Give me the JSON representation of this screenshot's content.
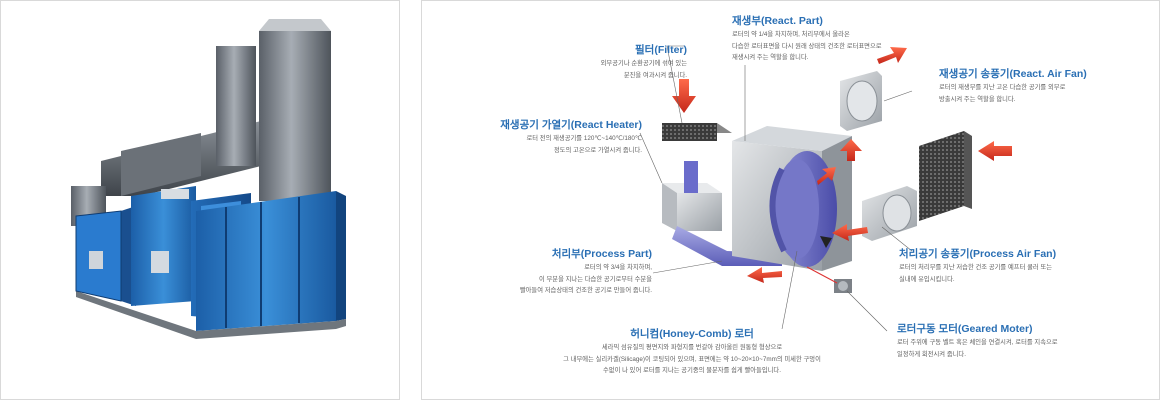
{
  "labels": {
    "filter": {
      "title": "필터(Filter)",
      "lines": [
        "외부공기나 순환공기에 섞여 있는",
        "분진을 여과시켜 줍니다."
      ]
    },
    "react_heater": {
      "title": "재생공기 가열기(React Heater)",
      "lines": [
        "로터 전의 재생공기를 120℃~140℃/180℃",
        "정도의 고온으로 가열시켜 줍니다."
      ]
    },
    "react_part": {
      "title": "재생부(React. Part)",
      "lines": [
        "로터의 약 1/4을 차지하며, 처리부에서 올라온",
        "다습한 로터표면을 다시 원래 상태의 건조한 로터표면으로",
        "재생시켜 주는 역할을 합니다."
      ]
    },
    "react_air_fan": {
      "title": "재생공기 송풍기(React. Air Fan)",
      "lines": [
        "로터의 재생부를 지난 고온 다습한 공기를 외부로",
        "방출시켜 주는 역할을 합니다."
      ]
    },
    "process_part": {
      "title": "처리부(Process Part)",
      "lines": [
        "로터의 약 3/4을 차지하며,",
        "이 부분을 지나는 다습한 공기로부터 수분을",
        "빨아들여 저습상태의 건조한 공기로 만들어 줍니다."
      ]
    },
    "process_air_fan": {
      "title": "처리공기 송풍기(Process Air Fan)",
      "lines": [
        "로터의 처리부를 지난 저습한 건조 공기를 예프터 쿨러 또는",
        "실내에 유입시킵니다."
      ]
    },
    "honeycomb": {
      "title": "허니컴(Honey-Comb) 로터",
      "lines": [
        "세라믹 섬유질의 평면지와 파형지를 번갈아 감아올린 원통형 형상으로",
        "그 내부에는 실리카겔(Silicage)이 코팅되어 있으며, 표면에는 약 10~20×10~7mm의 미세한 구멍이",
        "수없이 나 있어 로터를 지나는 공기중의 물분자를 쉽게 빨아들입니다."
      ]
    },
    "geared_motor": {
      "title": "로터구동 모터(Geared Moter)",
      "lines": [
        "로터 주위에 구동 벨트 혹은 체인을 연결시켜, 로터를 지속으로",
        "일정하게 회전시켜 줍니다."
      ]
    }
  }
}
